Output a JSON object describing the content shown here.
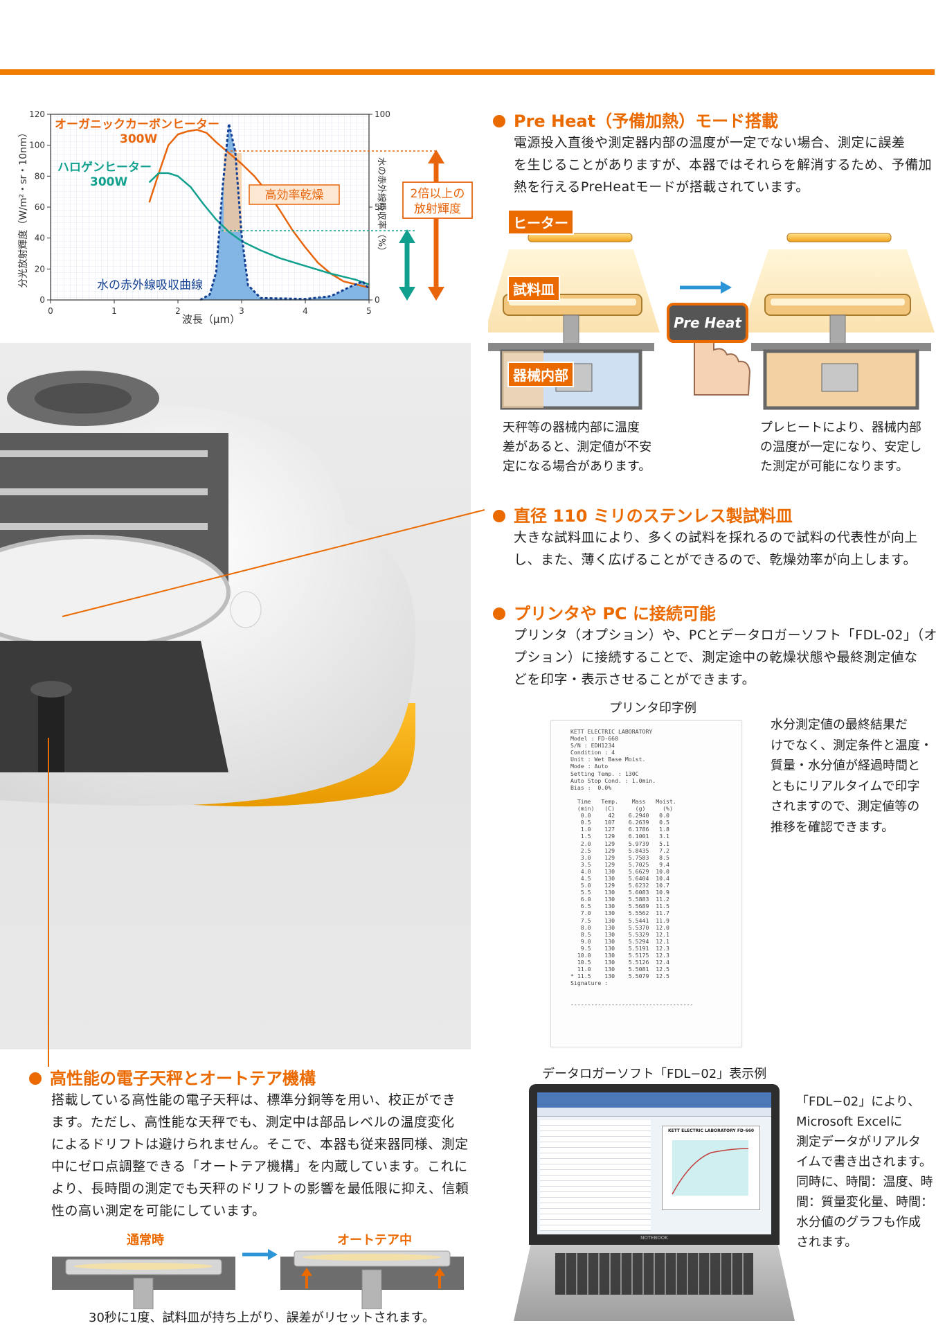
{
  "chart_data": {
    "type": "line",
    "x": [
      1,
      2,
      3,
      4,
      5
    ],
    "xlabel": "波長（μm）",
    "ylabel_left": "分光放射輝度（W/m²・sr・10nm）",
    "ylabel_right": "水の赤外線吸収率（%）",
    "xlim": [
      0,
      5
    ],
    "ylim_left": [
      0,
      120
    ],
    "ylim_right": [
      0,
      100
    ],
    "left_ticks": [
      "0",
      "20",
      "40",
      "60",
      "80",
      "100",
      "120"
    ],
    "right_ticks": [
      "0",
      "50",
      "100"
    ],
    "x_ticks": [
      "0",
      "1",
      "2",
      "3",
      "4",
      "5"
    ],
    "series": [
      {
        "name": "オーガニックカーボンヒーター 300W",
        "color": "#e8650c",
        "points": [
          [
            1.55,
            63
          ],
          [
            1.7,
            82
          ],
          [
            1.85,
            100
          ],
          [
            2.0,
            107
          ],
          [
            2.15,
            109
          ],
          [
            2.3,
            110
          ],
          [
            2.45,
            108
          ],
          [
            2.6,
            102
          ],
          [
            2.8,
            95
          ],
          [
            3.0,
            88
          ],
          [
            3.2,
            80
          ],
          [
            3.4,
            70
          ],
          [
            3.6,
            58
          ],
          [
            3.8,
            45
          ],
          [
            4.0,
            34
          ],
          [
            4.2,
            24
          ],
          [
            4.4,
            17
          ],
          [
            4.6,
            12
          ],
          [
            5.0,
            8
          ]
        ]
      },
      {
        "name": "ハロゲンヒーター 300W",
        "color": "#11a08d",
        "points": [
          [
            1.55,
            76
          ],
          [
            1.7,
            82
          ],
          [
            1.85,
            82
          ],
          [
            2.0,
            80
          ],
          [
            2.2,
            73
          ],
          [
            2.4,
            62
          ],
          [
            2.6,
            52
          ],
          [
            2.8,
            44
          ],
          [
            3.0,
            38
          ],
          [
            3.3,
            32
          ],
          [
            3.6,
            27
          ],
          [
            4.0,
            22
          ],
          [
            4.4,
            17
          ],
          [
            4.8,
            13
          ],
          [
            5.0,
            10
          ]
        ]
      },
      {
        "name": "水の赤外線吸収曲線",
        "color": "#123f91",
        "points": [
          [
            2.35,
            0
          ],
          [
            2.5,
            3
          ],
          [
            2.6,
            15
          ],
          [
            2.7,
            60
          ],
          [
            2.8,
            95
          ],
          [
            2.9,
            80
          ],
          [
            3.0,
            35
          ],
          [
            3.1,
            8
          ],
          [
            3.3,
            1
          ],
          [
            4.0,
            0.5
          ],
          [
            4.4,
            2
          ],
          [
            4.7,
            7
          ],
          [
            4.9,
            10
          ],
          [
            5.0,
            6
          ]
        ]
      }
    ],
    "annotations": [
      "高効率乾燥",
      "2倍以上の 放射輝度"
    ]
  },
  "chart_text": {
    "series1_l1": "オーガニックカーボンヒーター",
    "series1_l2": "300W",
    "series2_l1": "ハロゲンヒーター",
    "series2_l2": "300W",
    "series3": "水の赤外線吸収曲線",
    "annot1": "高効率乾燥",
    "annot2_l1": "2倍以上の",
    "annot2_l2": "放射輝度"
  },
  "preheat": {
    "title": "Pre Heat（予備加熱）モード搭載",
    "body_lines": [
      "電源投入直後や測定器内部の温度が一定でない場合、測定に誤差",
      "を生じることがありますが、本器ではそれらを解消するため、予備加",
      "熱を行えるPreHeatモードが搭載されています。"
    ],
    "label_heater": "ヒーター",
    "label_dish": "試料皿",
    "label_inner": "器械内部",
    "button": "Pre Heat",
    "cap_left": [
      "天秤等の器械内部に温度",
      "差があると、測定値が不安",
      "定になる場合があります。"
    ],
    "cap_right": [
      "プレヒートにより、器械内部",
      "の温度が一定になり、安定し",
      "た測定が可能になります。"
    ]
  },
  "dish": {
    "title": "直径 110 ミリのステンレス製試料皿",
    "body_lines": [
      "大きな試料皿により、多くの試料を採れるので試料の代表性が向上",
      "し、また、薄く広げることができるので、乾燥効率が向上します。"
    ]
  },
  "printer": {
    "title": "プリンタや PC に接続可能",
    "body_lines": [
      "プリンタ（オプション）や、PCとデータロガーソフト「FDL-02」（オ",
      "プション）に接続することで、測定途中の乾燥状態や最終測定値な",
      "どを印字・表示させることができます。"
    ],
    "sample_label": "プリンタ印字例",
    "side_lines": [
      "水分測定値の最終結果だ",
      "けでなく、測定条件と温度・",
      "質量・水分値が経過時間と",
      "ともにリアルタイムで印字",
      "されますので、測定値等の",
      "推移を確認できます。"
    ],
    "receipt_text": "KETT ELECTRIC LABORATORY\nModel : FD-660\nS/N : EDH1234\nCondition : 4\nUnit : Wet Base Moist.\nMode : Auto\nSetting Temp. : 130C\nAuto Stop Cond. : 1.0min.\nBias :  0.0%\n\n  Time   Temp.    Mass   Moist.\n  (min)   (C)      (g)     (%)\n   0.0     42    6.2940   0.0\n   0.5    107    6.2639   0.5\n   1.0    127    6.1786   1.8\n   1.5    129    6.1001   3.1\n   2.0    129    5.9739   5.1\n   2.5    129    5.8435   7.2\n   3.0    129    5.7583   8.5\n   3.5    129    5.7025   9.4\n   4.0    130    5.6629  10.0\n   4.5    130    5.6404  10.4\n   5.0    129    5.6232  10.7\n   5.5    130    5.6083  10.9\n   6.0    130    5.5883  11.2\n   6.5    130    5.5689  11.5\n   7.0    130    5.5562  11.7\n   7.5    130    5.5441  11.9\n   8.0    130    5.5370  12.0\n   8.5    130    5.5329  12.1\n   9.0    130    5.5294  12.1\n   9.5    130    5.5191  12.3\n  10.0    130    5.5175  12.3\n  10.5    130    5.5126  12.4\n  11.0    130    5.5081  12.5\n* 11.5    130    5.5079  12.5\nSignature :\n\n\n------------------------------------"
  },
  "logger": {
    "label": "データロガーソフト「FDL−02」表示例",
    "side_lines": [
      "「FDL−02」により、",
      "Microsoft Excelに",
      "測定データがリアルタ",
      "イムで書き出されます。",
      "同時に、時間：温度、時",
      "間：質量変化量、時間：",
      "水分値のグラフも作成",
      "されます。"
    ],
    "screen_title": "KETT ELECTRIC LABORATORY FD-660",
    "brand": "NOTEBOOK"
  },
  "balance": {
    "title": "高性能の電子天秤とオートテア機構",
    "body_lines": [
      "搭載している高性能の電子天秤は、標準分銅等を用い、校正ができ",
      "ます。ただし、高性能な天秤でも、測定中は部品レベルの温度変化",
      "によるドリフトは避けられません。そこで、本器も従来器同様、測定",
      "中にゼロ点調整できる「オートテア機構」を内蔵しています。これに",
      "より、長時間の測定でも天秤のドリフトの影響を最低限に抑え、信頼",
      "性の高い測定を可能にしています。"
    ],
    "label_normal": "通常時",
    "label_autotare": "オートテア中",
    "caption": "30秒に1度、試料皿が持ち上がり、誤差がリセットされます。"
  },
  "colors": {
    "accent": "#ea6a00",
    "teal": "#11a08d",
    "navy": "#123f91"
  }
}
